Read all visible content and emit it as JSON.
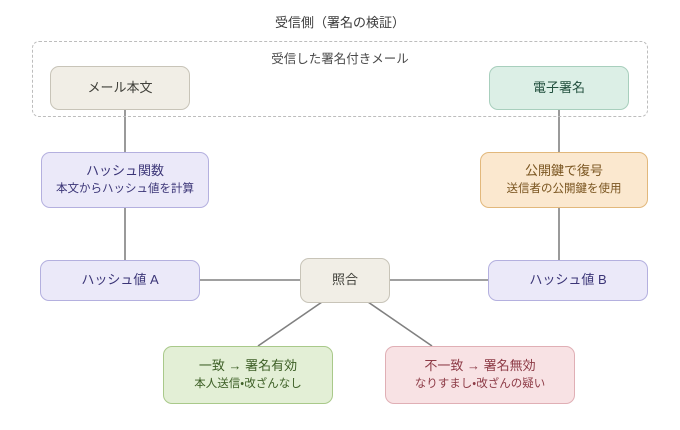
{
  "diagram": {
    "title": "受信側（署名の検証）",
    "group": {
      "label": "受信した署名付きメール"
    },
    "nodes": {
      "mail_body": {
        "line1": "メール本文"
      },
      "digital_signature": {
        "line1": "電子署名"
      },
      "hash_function": {
        "line1": "ハッシュ関数",
        "line2": "本文からハッシュ値を計算"
      },
      "public_key_decrypt": {
        "line1": "公開鍵で復号",
        "line2": "送信者の公開鍵を使用"
      },
      "hash_value_a": {
        "line1": "ハッシュ値 A"
      },
      "hash_value_b": {
        "line1": "ハッシュ値 B"
      },
      "compare": {
        "line1": "照合"
      },
      "result_valid": {
        "line1": "一致 → 署名有効",
        "line2": "本人送信・改ざんなし"
      },
      "result_invalid": {
        "line1": "不一致 → 署名無効",
        "line2": "なりすまし・改ざんの疑い"
      }
    },
    "colors": {
      "beige_fill": "#f1eee6",
      "beige_border": "#c8c4b8",
      "mint_fill": "#dcefe6",
      "mint_border": "#a8cfbd",
      "lavender_fill": "#ebe9f9",
      "lavender_border": "#b4b0df",
      "peach_fill": "#fbe8cf",
      "peach_border": "#e2b87c",
      "green_fill": "#e3efd6",
      "green_border": "#a9c98a",
      "pink_fill": "#f8e2e4",
      "pink_border": "#e0afb5",
      "edge": "#808080",
      "group_border": "#bdbdbd",
      "background": "#ffffff"
    }
  }
}
